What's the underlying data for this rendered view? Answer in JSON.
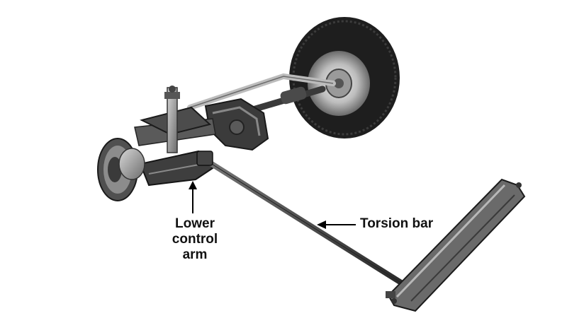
{
  "labels": {
    "lower_control_arm_line1": "Lower control",
    "lower_control_arm_line2": "arm",
    "torsion_bar": "Torsion bar"
  },
  "colors": {
    "background": "#ffffff",
    "tire": "#1e1e1e",
    "metal_dark": "#3a3a3a",
    "metal_mid": "#7a7a7a",
    "metal_light": "#c8c8c8",
    "text": "#111111"
  }
}
